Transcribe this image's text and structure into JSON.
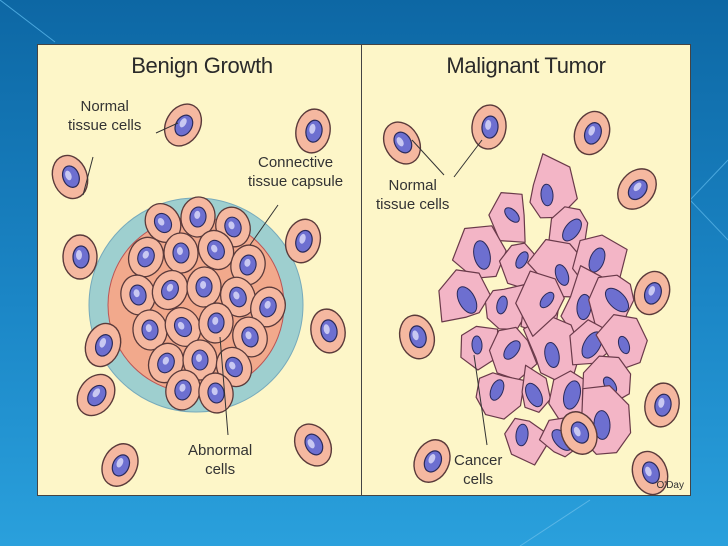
{
  "benign": {
    "title": "Benign Growth",
    "normal_label": [
      "Normal",
      "tissue cells"
    ],
    "capsule_label": [
      "Connective",
      "tissue capsule"
    ],
    "abnormal_label": [
      "Abnormal",
      "cells"
    ]
  },
  "malignant": {
    "title": "Malignant Tumor",
    "normal_label": [
      "Normal",
      "tissue cells"
    ],
    "cancer_label": [
      "Cancer",
      "cells"
    ],
    "signature": "O'Day"
  },
  "colors": {
    "background": "#1b86c6",
    "panel": "#fdf6c8",
    "capsule": "#9ecfcf",
    "cell_fill": "#f5b8a0",
    "cancer_fill": "#f3b5c6",
    "nucleus": "#6d6fd0"
  }
}
